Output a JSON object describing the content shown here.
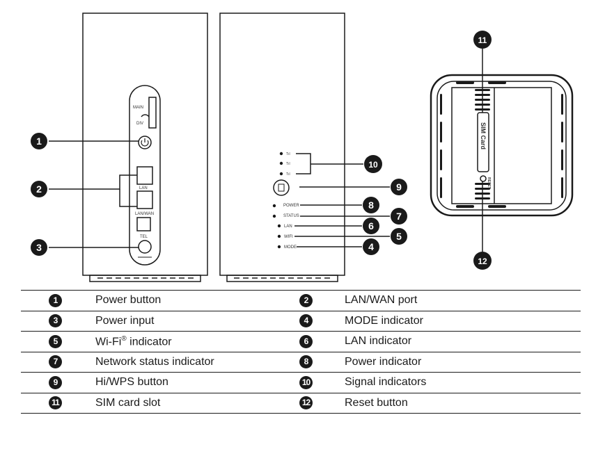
{
  "device_labels": {
    "main": "MAIN",
    "div": "DIV",
    "lan": "LAN",
    "lan_wan": "LAN/WAN",
    "tel": "TEL",
    "sim_card": "SIM Card",
    "reset": "RESET"
  },
  "indicators": [
    {
      "label": "POWER"
    },
    {
      "label": "STATUS"
    },
    {
      "label": "LAN"
    },
    {
      "label": "WIFI"
    },
    {
      "label": "MODE"
    }
  ],
  "callouts": {
    "c1": "1",
    "c2": "2",
    "c3": "3",
    "c4": "4",
    "c5": "5",
    "c6": "6",
    "c7": "7",
    "c8": "8",
    "c9": "9",
    "c10": "10",
    "c11": "11",
    "c12": "12"
  },
  "legend": [
    {
      "n1": "1",
      "l1": "Power button",
      "n2": "2",
      "l2": "LAN/WAN port"
    },
    {
      "n1": "3",
      "l1": "Power input",
      "n2": "4",
      "l2": "MODE indicator"
    },
    {
      "n1": "5",
      "l1": "Wi-Fi",
      "l1_sup": "®",
      "l1_tail": " indicator",
      "n2": "6",
      "l2": "LAN indicator"
    },
    {
      "n1": "7",
      "l1": "Network status indicator",
      "n2": "8",
      "l2": "Power indicator"
    },
    {
      "n1": "9",
      "l1": "Hi/WPS button",
      "n2": "10",
      "l2": "Signal indicators"
    },
    {
      "n1": "11",
      "l1": "SIM card slot",
      "n2": "12",
      "l2": "Reset button"
    }
  ]
}
